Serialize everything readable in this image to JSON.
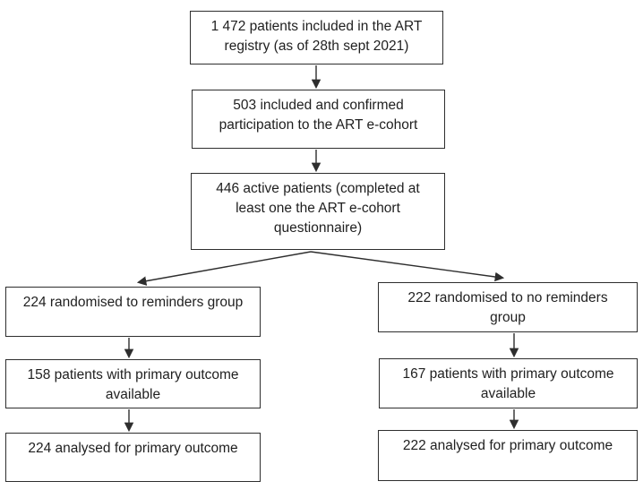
{
  "colors": {
    "ink": "#2e2e2e",
    "text": "#1f1f1f",
    "background": "#ffffff"
  },
  "boxes": {
    "registry": {
      "lines": [
        "1 472 patients included in the ART",
        "registry (as of 28th sept 2021)"
      ]
    },
    "ecohort": {
      "lines": [
        "503 included and confirmed",
        "participation to the ART e-cohort"
      ]
    },
    "active": {
      "lines": [
        "446 active patients (completed at",
        "least one the ART e-cohort",
        "questionnaire)"
      ]
    },
    "reminders": {
      "lines": [
        "224 randomised to reminders group"
      ]
    },
    "reminders_outcome": {
      "lines": [
        "158 patients with primary outcome",
        "available"
      ]
    },
    "reminders_analysed": {
      "lines": [
        "224 analysed for primary outcome"
      ]
    },
    "no_reminders": {
      "lines": [
        "222 randomised to no reminders",
        "group"
      ]
    },
    "no_reminders_outcome": {
      "lines": [
        "167 patients with primary outcome",
        "available"
      ]
    },
    "no_reminders_analysed": {
      "lines": [
        "222 analysed for primary outcome"
      ]
    }
  },
  "edges": [
    {
      "from": "registry",
      "to": "ecohort"
    },
    {
      "from": "ecohort",
      "to": "active"
    },
    {
      "from": "active",
      "to": "reminders"
    },
    {
      "from": "active",
      "to": "no_reminders"
    },
    {
      "from": "reminders",
      "to": "reminders_outcome"
    },
    {
      "from": "reminders_outcome",
      "to": "reminders_analysed"
    },
    {
      "from": "no_reminders",
      "to": "no_reminders_outcome"
    },
    {
      "from": "no_reminders_outcome",
      "to": "no_reminders_analysed"
    }
  ]
}
